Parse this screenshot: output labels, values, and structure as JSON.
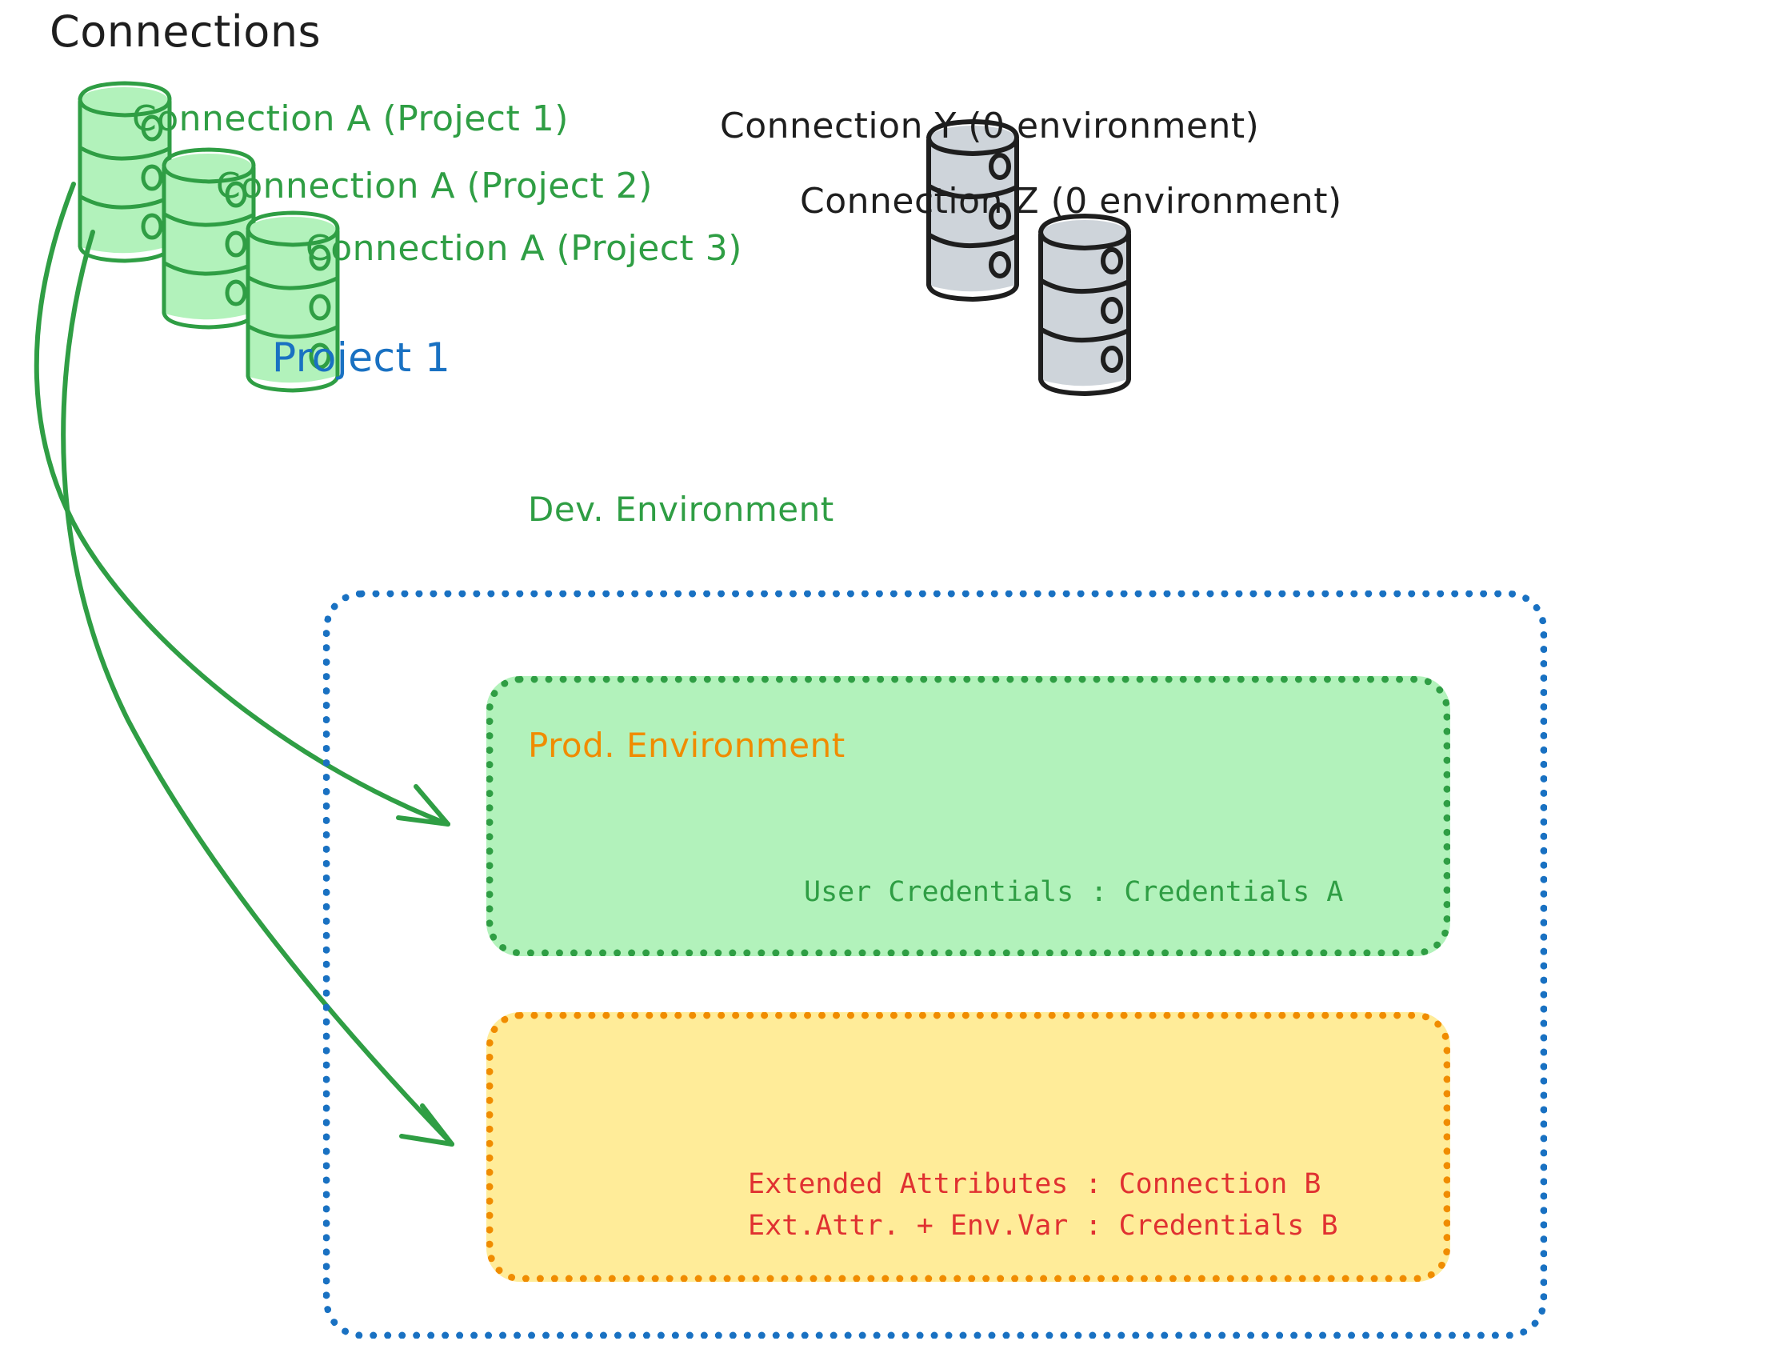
{
  "diagram": {
    "title": "Connections",
    "background_color": "#ffffff"
  },
  "connections": {
    "heading": "Connections",
    "green": {
      "stroke": "#2f9e44",
      "fill": "#b2f2bb",
      "items": [
        {
          "label": "Connection A (Project 1)",
          "icon": "database-cylinder-icon",
          "color": "#2f9e44"
        },
        {
          "label": "Connection A (Project 2)",
          "icon": "database-cylinder-icon",
          "color": "#2f9e44"
        },
        {
          "label": "Connection A (Project 3)",
          "icon": "database-cylinder-icon",
          "color": "#2f9e44"
        }
      ]
    },
    "gray": {
      "stroke": "#1e1e1e",
      "fill": "#ced4da",
      "items": [
        {
          "label": "Connection Y (0 environment)",
          "icon": "database-cylinder-icon",
          "color": "#1e1e1e"
        },
        {
          "label": "Connection Z (0 environment)",
          "icon": "database-cylinder-icon",
          "color": "#1e1e1e"
        }
      ]
    }
  },
  "project": {
    "title": "Project 1",
    "border_color": "#1971c2",
    "environments": [
      {
        "name": "Dev. Environment",
        "border_color": "#2f9e44",
        "fill_color": "#b2f2bb",
        "text_color": "#2f9e44",
        "entries": [
          "User Credentials : Credentials A"
        ],
        "entry_color": "#2f9e44"
      },
      {
        "name": "Prod. Environment",
        "border_color": "#f08c00",
        "fill_color": "#ffec99",
        "text_color": "#f08c00",
        "entries": [
          "Extended Attributes : Connection B",
          "Ext.Attr. + Env.Var : Credentials B"
        ],
        "entry_color": "#e03131"
      }
    ]
  },
  "arrows": {
    "color": "#2f9e44",
    "items": [
      {
        "from": "Connection A (Project 1)",
        "to": "Dev. Environment"
      },
      {
        "from": "Connection A (Project 1)",
        "to": "Prod. Environment"
      }
    ]
  }
}
